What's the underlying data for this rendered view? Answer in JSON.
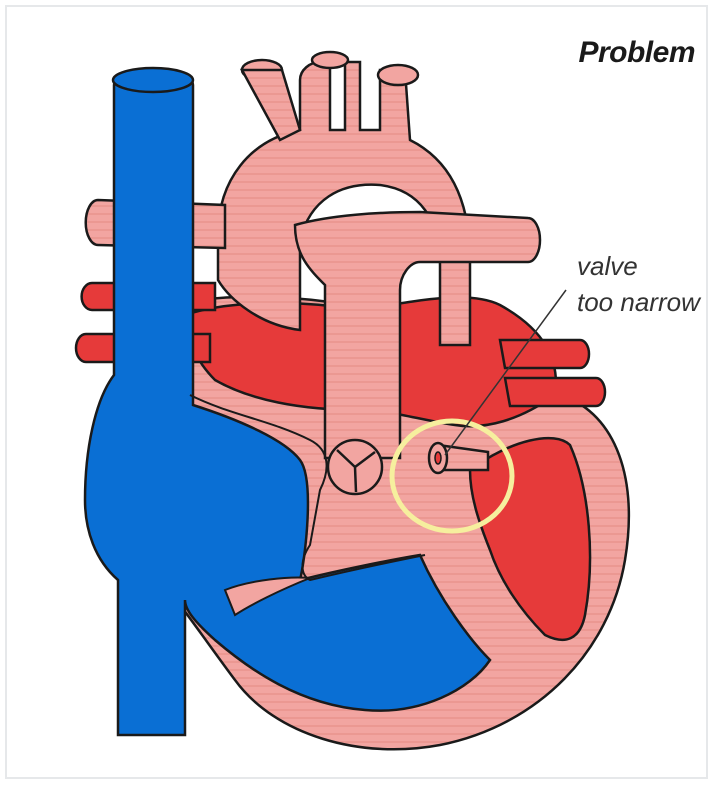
{
  "title": "Problem",
  "annotation": {
    "line1": "valve",
    "line2": "too narrow"
  },
  "colors": {
    "deoxygenated_blue": "#0a6fd4",
    "oxygenated_red": "#e63a3a",
    "tissue_pink": "#f2a5a1",
    "highlight_ring": "#f6ef9e",
    "outline": "#1a1a1a"
  }
}
